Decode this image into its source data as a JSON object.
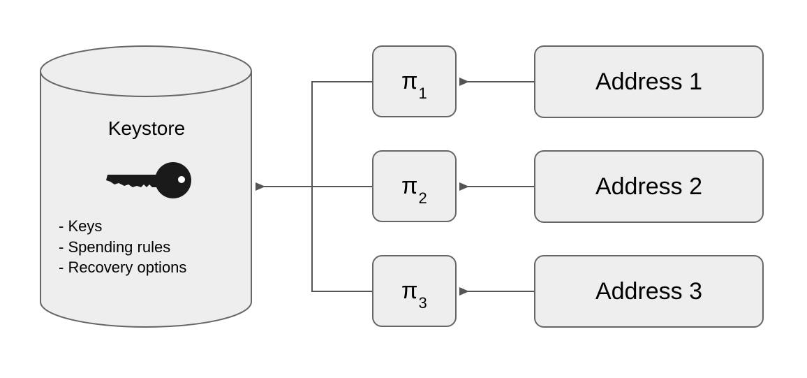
{
  "keystore": {
    "title": "Keystore",
    "items": [
      "- Keys",
      "- Spending rules",
      "- Recovery options"
    ],
    "icon": "key-icon"
  },
  "proofs": [
    {
      "symbol": "π",
      "index": "1"
    },
    {
      "symbol": "π",
      "index": "2"
    },
    {
      "symbol": "π",
      "index": "3"
    }
  ],
  "addresses": [
    "Address 1",
    "Address 2",
    "Address 3"
  ],
  "colors": {
    "box_fill": "#eeeeee",
    "stroke": "#666666",
    "arrow": "#555555",
    "key": "#1a1a1a"
  }
}
